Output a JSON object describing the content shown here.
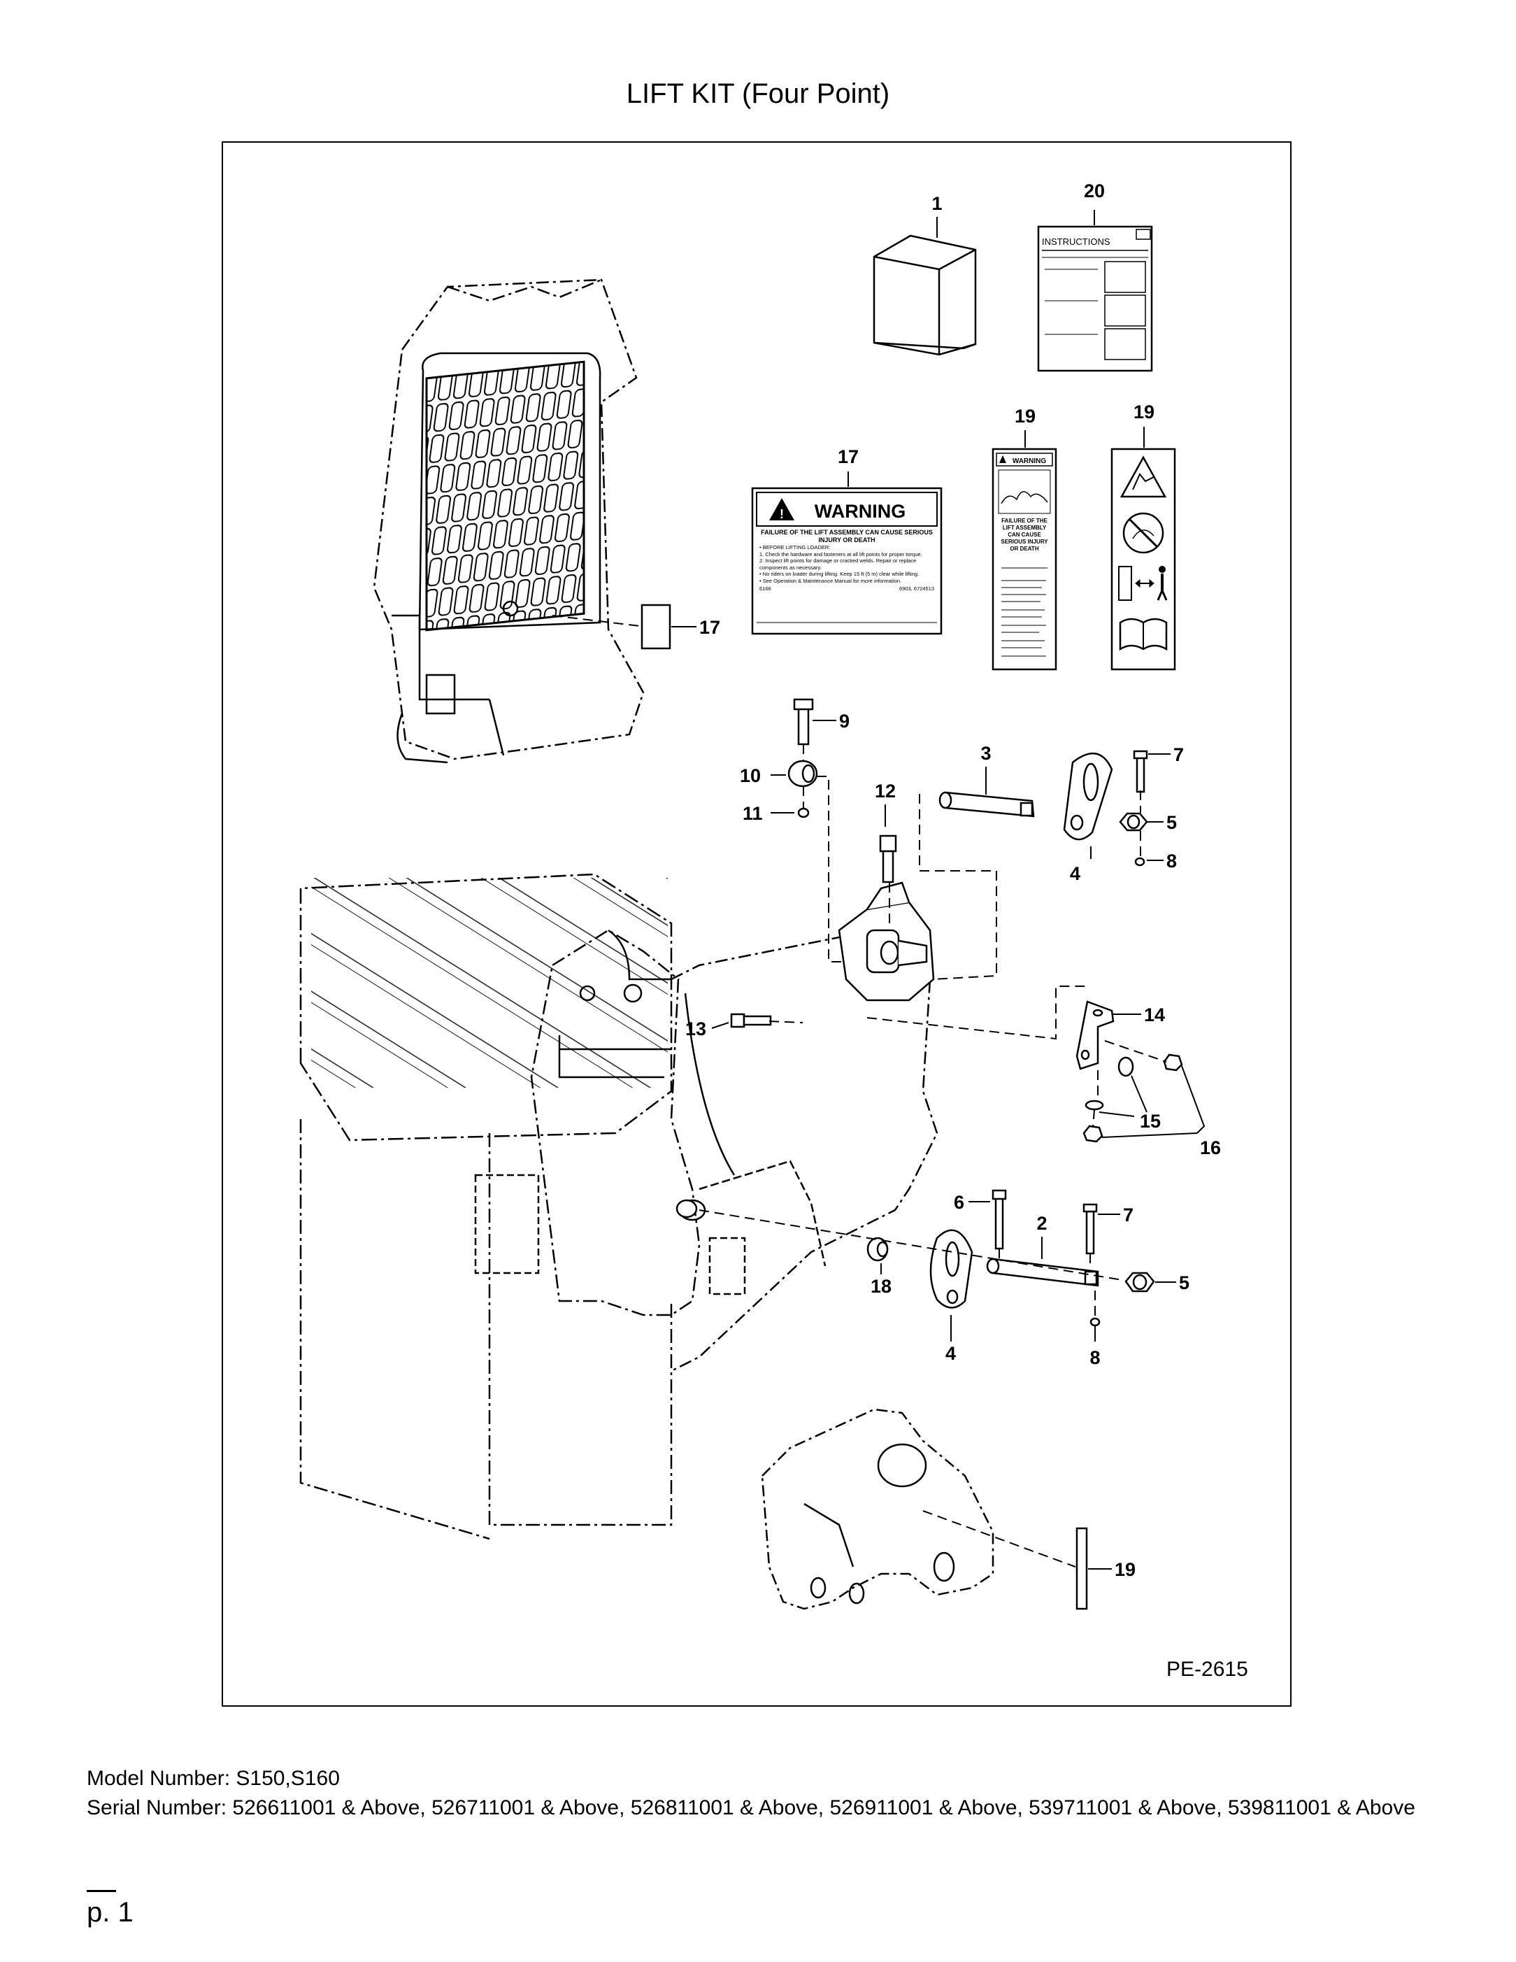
{
  "title": "LIFT KIT (Four Point)",
  "drawing_id": "PE-2615",
  "instructions_label": "INSTRUCTIONS",
  "decal_17": {
    "header": "WARNING",
    "headline": "FAILURE OF THE LIFT ASSEMBLY CAN CAUSE SERIOUS INJURY OR DEATH",
    "lines": [
      "• BEFORE LIFTING LOADER:",
      "1. Check the hardware and fasteners at all lift points for proper torque.",
      "2. Inspect lift points for damage or cracked welds. Repair or replace components as necessary.",
      "• No riders on loader during lifting. Keep 15 ft (5 m) clear while lifting.",
      "• See Operation & Maintenance Manual for more information."
    ],
    "code_left": "6166",
    "code_right": "6903, 6724513"
  },
  "decal_19": {
    "header": "WARNING",
    "headline": "FAILURE OF THE LIFT ASSEMBLY CAN CAUSE SERIOUS INJURY OR DEATH"
  },
  "callouts": [
    "1",
    "20",
    "19",
    "19",
    "17",
    "17",
    "9",
    "10",
    "11",
    "12",
    "3",
    "7",
    "5",
    "4",
    "8",
    "13",
    "14",
    "15",
    "16",
    "6",
    "2",
    "7",
    "18",
    "5",
    "4",
    "8",
    "19"
  ],
  "footer": {
    "model": "Model Number: S150,S160",
    "serial": "Serial Number: 526611001 & Above, 526711001 & Above, 526811001 & Above, 526911001 & Above, 539711001 & Above, 539811001 & Above"
  },
  "page_number": "p. 1"
}
